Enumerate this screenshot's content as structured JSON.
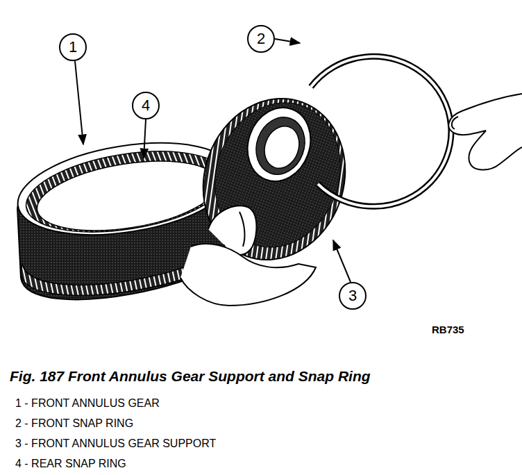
{
  "diagram": {
    "caption": "Fig. 187 Front Annulus Gear Support and Snap Ring",
    "labels": [
      "1",
      "4",
      "2",
      "3",
      "RB735",
      "1 - FRONT ANNULUS GEAR",
      "2 - FRONT SNAP RING",
      "3 - FRONT ANNULUS GEAR SUPPORT",
      "4 - REAR SNAP RING"
    ]
  }
}
